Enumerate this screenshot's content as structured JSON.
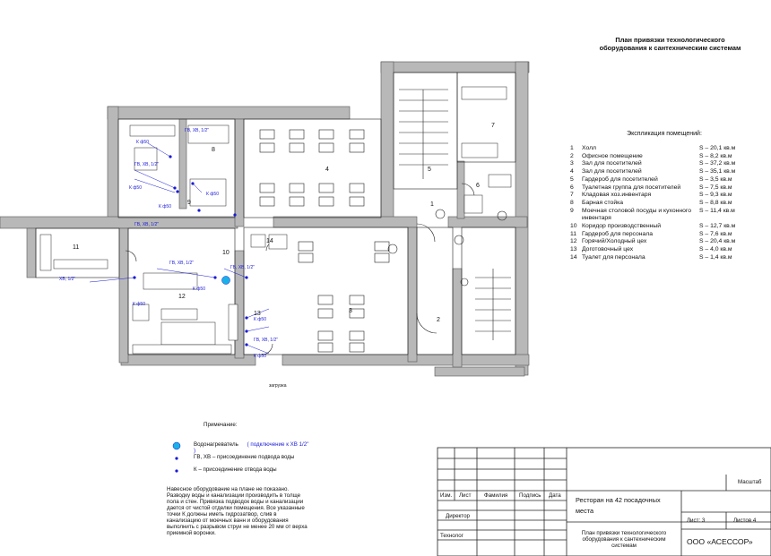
{
  "title": "План привязки технологического оборудования к сантехническим системам",
  "rooms_header": "Экспликация помещений:",
  "rooms": [
    {
      "n": "1",
      "name": "Холл",
      "area": "S – 20,1 кв.м"
    },
    {
      "n": "2",
      "name": "Офисное помещение",
      "area": "S – 8,2 кв.м"
    },
    {
      "n": "3",
      "name": "Зал для посетителей",
      "area": "S – 37,2 кв.м"
    },
    {
      "n": "4",
      "name": "Зал для посетителей",
      "area": "S – 35,1 кв.м"
    },
    {
      "n": "5",
      "name": "Гардероб для посетителей",
      "area": "S – 3,5 кв.м"
    },
    {
      "n": "6",
      "name": "Туалетная группа для посетителей",
      "area": "S – 7,5 кв.м"
    },
    {
      "n": "7",
      "name": "Кладовая хоз.инвентаря",
      "area": "S – 9,3 кв.м"
    },
    {
      "n": "8",
      "name": "Барная стойка",
      "area": "S – 8,8 кв.м"
    },
    {
      "n": "9",
      "name": "Моечная столовой посуды и кухонного инвентаря",
      "area": "S – 11,4 кв.м"
    },
    {
      "n": "10",
      "name": "Коридор производственный",
      "area": "S – 12,7 кв.м"
    },
    {
      "n": "11",
      "name": "Гардероб для персонала",
      "area": "S – 7,6 кв.м"
    },
    {
      "n": "12",
      "name": "Горячий/Холодный цех",
      "area": "S – 20,4 кв.м"
    },
    {
      "n": "13",
      "name": "Доготовочный цех",
      "area": "S – 4,0 кв.м"
    },
    {
      "n": "14",
      "name": "Туалет для персонала",
      "area": "S – 1,4 кв.м"
    }
  ],
  "notes": {
    "heading": "Примечание:",
    "heater_label": "Водонагреватель",
    "heater_note": "( подключение к ХВ 1/2\" )",
    "water_label": "ГВ, ХВ – присоединение подвода воды",
    "drain_label": "К – присоединение отвода воды",
    "paragraph": "Навесное оборудование на плане не показано. Разводку воды и канализации производить в толще пола и стен. Привязка подводок воды и канализации дается от чистой отделки помещения. Все указанные точки К должны иметь гидрозатвор, слив в канализацию от моечных ванн и оборудования выполнить с разрывом струи не менее 20 мм от верха приемной воронки."
  },
  "plan": {
    "room_numbers": [
      "1",
      "2",
      "3",
      "4",
      "5",
      "6",
      "7",
      "8",
      "9",
      "10",
      "11",
      "12",
      "13",
      "14"
    ],
    "entry_label": "загрузка",
    "annotations": [
      "ГВ, ХВ, 1/2\"",
      "К ф50",
      "К ф50",
      "К ф50",
      "К ф50",
      "К ф50",
      "К ф50",
      "ГВ, ХВ, 1/2\"",
      "ГВ, ХВ, 1/2\"",
      "ХВ, 1/2\"",
      "ГВ, ХВ, 1/2\"",
      "ГВ, ХВ, 1/2\"",
      "К ф50",
      "ГВ, ХВ, 1/2\"",
      "К ф50"
    ]
  },
  "stamp": {
    "col_izm": "Изм.",
    "col_list": "Лист",
    "col_familiya": "Фамилия",
    "col_podpis": "Подпись",
    "col_data": "Дата",
    "row_director": "Директор",
    "row_technolog": "Технолог",
    "project": "Ресторан на 42 посадочных места",
    "masshtab": "Масштаб",
    "list_label": "Лист: 3",
    "listov_label": "Листов 4",
    "sheet_title": "План привязки технологического оборудования к сантехническим системам",
    "company": "ООО «АСЕССОР»"
  },
  "colors": {
    "wall": "#b8b8b8",
    "annotation": "#1a1ad6",
    "heater": "#1ab0e8",
    "line": "#222222"
  }
}
